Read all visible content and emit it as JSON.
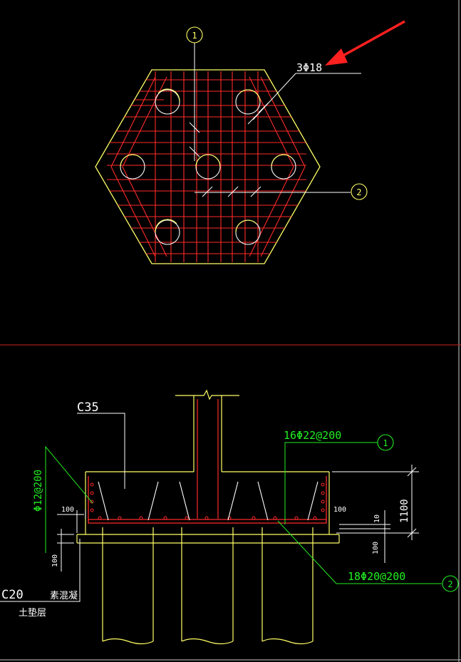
{
  "colors": {
    "background": "#000000",
    "outline": "#ffff66",
    "rebar": "#ff2a2a",
    "leader": "#ffffff",
    "annotation_green": "#22ee22",
    "arrow": "#ff2020",
    "divider": "#cc2222"
  },
  "plan_view": {
    "bubble_top": "1",
    "bubble_right": "2",
    "rebar_label": "3Φ18"
  },
  "section_view": {
    "concrete_grade": "C35",
    "top_rebar": "16Φ22@200",
    "bottom_rebar": "18Φ20@200",
    "side_rebar": "Φ12@200",
    "bubble_top": "1",
    "bubble_bottom": "2",
    "height_dim": "1100",
    "dim_100_left_top": "100",
    "dim_100_left_bottom": "100",
    "dim_100_right_top": "100",
    "dim_100_right_bottom": "100",
    "dim_10_right": "10",
    "cushion_grade": "C20",
    "cushion_material": "素混凝",
    "cushion_layer": "土垫层"
  }
}
